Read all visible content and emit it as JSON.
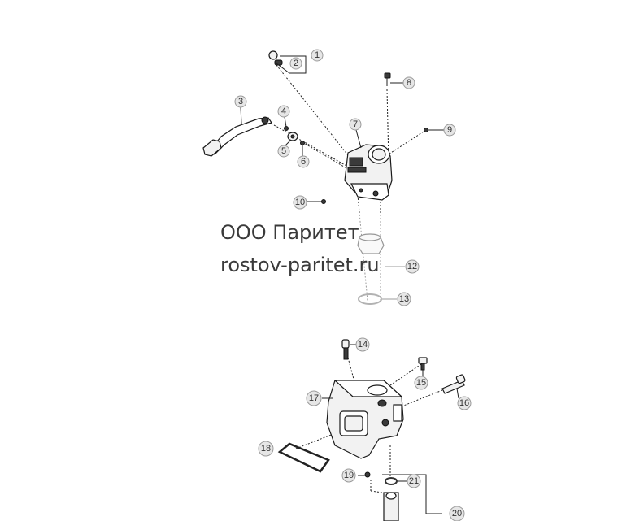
{
  "watermark": {
    "line1": "ООО Паритет",
    "line2": "rostov-paritet.ru"
  },
  "callouts": [
    "1",
    "2",
    "3",
    "4",
    "5",
    "6",
    "7",
    "8",
    "9",
    "10",
    "12",
    "13",
    "14",
    "15",
    "16",
    "17",
    "18",
    "19",
    "20",
    "21"
  ]
}
